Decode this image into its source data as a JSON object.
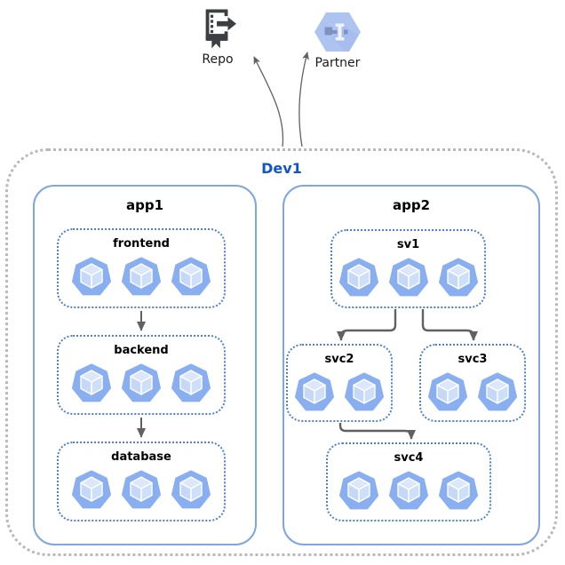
{
  "external": {
    "repo": {
      "label": "Repo",
      "icon": "source-repository-icon"
    },
    "partner": {
      "label": "Partner",
      "icon": "partner-interconnect-icon"
    }
  },
  "cluster": {
    "label": "Dev1"
  },
  "apps": [
    {
      "label": "app1",
      "services": [
        {
          "label": "frontend",
          "replicas": 3
        },
        {
          "label": "backend",
          "replicas": 3
        },
        {
          "label": "database",
          "replicas": 3
        }
      ]
    },
    {
      "label": "app2",
      "services": [
        {
          "label": "sv1",
          "replicas": 3
        },
        {
          "label": "svc2",
          "replicas": 2
        },
        {
          "label": "svc3",
          "replicas": 2
        },
        {
          "label": "svc4",
          "replicas": 3
        }
      ]
    }
  ],
  "connections": [
    {
      "from": "frontend",
      "to": "backend"
    },
    {
      "from": "backend",
      "to": "database"
    },
    {
      "from": "sv1",
      "to": "svc2"
    },
    {
      "from": "sv1",
      "to": "svc3"
    },
    {
      "from": "svc2",
      "to": "svc4"
    },
    {
      "from": "Dev1",
      "to": "Repo"
    },
    {
      "from": "Dev1",
      "to": "Partner"
    }
  ],
  "colors": {
    "app_border": "#7ea6e0",
    "service_border": "#4c7fd9",
    "cluster_border": "#b9b9b9",
    "cluster_label": "#1155cc",
    "arrow": "#616161",
    "pod_body": "#8aaff0",
    "pod_cube_top": "#dce7fb",
    "pod_cube_left": "#c6d8f8",
    "pod_cube_right": "#cedff9",
    "repo_icon": "#3b3f42",
    "partner_hex": "#aec4f0"
  }
}
